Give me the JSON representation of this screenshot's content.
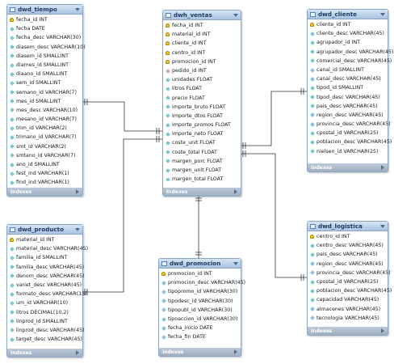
{
  "tables": [
    {
      "id": "dwd_tiempo",
      "name": "dwd_tiempo",
      "footer": "Indexes",
      "columns": [
        {
          "text": "fecha_id INT",
          "key": "pk"
        },
        {
          "text": "fecha DATE",
          "key": "col"
        },
        {
          "text": "fecha_desc VARCHAR(30)",
          "key": "col"
        },
        {
          "text": "diasem_desc VARCHAR(10)",
          "key": "col"
        },
        {
          "text": "diasem_id SMALLINT",
          "key": "col"
        },
        {
          "text": "diames_id SMALLINT",
          "key": "col"
        },
        {
          "text": "diaano_id SMALLINT",
          "key": "col"
        },
        {
          "text": "sem_id SMALLINT",
          "key": "col"
        },
        {
          "text": "semano_id VARCHAR(7)",
          "key": "col"
        },
        {
          "text": "mes_id SMALLINT",
          "key": "col"
        },
        {
          "text": "mes_desc VARCHAR(10)",
          "key": "col"
        },
        {
          "text": "mesano_id VARCHAR(7)",
          "key": "col"
        },
        {
          "text": "trim_id VARCHAR(2)",
          "key": "col"
        },
        {
          "text": "trimano_id VARCHAR(7)",
          "key": "col"
        },
        {
          "text": "smt_id VARCHAR(2)",
          "key": "col"
        },
        {
          "text": "smtano_id VARCHAR(7)",
          "key": "col"
        },
        {
          "text": "ano_id SMALLINT",
          "key": "col"
        },
        {
          "text": "fest_ind VARCHAR(1)",
          "key": "col"
        },
        {
          "text": "find_ind VARCHAR(1)",
          "key": "col"
        }
      ]
    },
    {
      "id": "dwh_ventas",
      "name": "dwh_ventas",
      "footer": "Indexes",
      "columns": [
        {
          "text": "fecha_id INT",
          "key": "pk"
        },
        {
          "text": "material_id INT",
          "key": "pk"
        },
        {
          "text": "cliente_id INT",
          "key": "pk"
        },
        {
          "text": "centro_id INT",
          "key": "pk"
        },
        {
          "text": "promocion_id INT",
          "key": "pk"
        },
        {
          "text": "pedido_id INT",
          "key": "fk"
        },
        {
          "text": "unidades FLOAT",
          "key": "col"
        },
        {
          "text": "litros FLOAT",
          "key": "col"
        },
        {
          "text": "precio FLOAT",
          "key": "col"
        },
        {
          "text": "importe_bruto FLOAT",
          "key": "col"
        },
        {
          "text": "Importe_dtos FLOAT",
          "key": "col"
        },
        {
          "text": "importe_promos FLOAT",
          "key": "col"
        },
        {
          "text": "importe_neto FLOAT",
          "key": "col"
        },
        {
          "text": "coste_unit FLOAT",
          "key": "col"
        },
        {
          "text": "coste_total FLOAT",
          "key": "col"
        },
        {
          "text": "margen_porc FLOAT",
          "key": "col"
        },
        {
          "text": "margen_unit FLOAT",
          "key": "col"
        },
        {
          "text": "margen_total FLOAT",
          "key": "col"
        }
      ]
    },
    {
      "id": "dwd_cliente",
      "name": "dwd_cliente",
      "footer": "Indexes",
      "columns": [
        {
          "text": "cliente_id INT",
          "key": "pk"
        },
        {
          "text": "cliente_desc VARCHAR(45)",
          "key": "col"
        },
        {
          "text": "agrupador_id INT",
          "key": "col"
        },
        {
          "text": "agrupador_desc VARCHAR(45)",
          "key": "col"
        },
        {
          "text": "comercial_desc VARCHAR(45)",
          "key": "col"
        },
        {
          "text": "canal_id SMALLINT",
          "key": "col"
        },
        {
          "text": "canal_desc VARCHAR(45)",
          "key": "col"
        },
        {
          "text": "tipod_id SMALLINT",
          "key": "col"
        },
        {
          "text": "tipod_desc VARCHAR(45)",
          "key": "col"
        },
        {
          "text": "pais_desc VARCHAR(45)",
          "key": "col"
        },
        {
          "text": "region_desc VARCHAR(45)",
          "key": "col"
        },
        {
          "text": "provincia_desc VARCHAR(45)",
          "key": "col"
        },
        {
          "text": "cpostal_id VARCHAR(25)",
          "key": "col"
        },
        {
          "text": "poblacion_desc VARCHAR(45)",
          "key": "col"
        },
        {
          "text": "nielsen_id VARCHAR(25)",
          "key": "col"
        }
      ]
    },
    {
      "id": "dwd_producto",
      "name": "dwd_producto",
      "footer": "Indexes",
      "columns": [
        {
          "text": "material_id INT",
          "key": "pk"
        },
        {
          "text": "material_desc VARCHAR(45)",
          "key": "col"
        },
        {
          "text": "familia_id SMALLINT",
          "key": "col"
        },
        {
          "text": "familia_desc VARCHAR(45)",
          "key": "col"
        },
        {
          "text": "denom_desc VARCHAR(45)",
          "key": "col"
        },
        {
          "text": "variet_desc VARCHAR(45)",
          "key": "col"
        },
        {
          "text": "formato_desc VARCHAR(15)",
          "key": "col"
        },
        {
          "text": "um_id VARCHAR(10)",
          "key": "col"
        },
        {
          "text": "litros DECIMAL(10,2)",
          "key": "col"
        },
        {
          "text": "linprod_id SMALLINT",
          "key": "col"
        },
        {
          "text": "linprod_desc VARCHAR(45)",
          "key": "col"
        },
        {
          "text": "target_desc VARCHAR(45)",
          "key": "col"
        }
      ]
    },
    {
      "id": "dwd_promocion",
      "name": "dwd_promocion",
      "footer": "Indexes",
      "columns": [
        {
          "text": "promocion_id INT",
          "key": "pk"
        },
        {
          "text": "promocion_desc VARCHAR(45)",
          "key": "col"
        },
        {
          "text": "tipopromo_id VARCHAR(30)",
          "key": "col"
        },
        {
          "text": "tipodesc_id VARCHAR(30)",
          "key": "col"
        },
        {
          "text": "tipopubl_id VARCHAR(30)",
          "key": "col"
        },
        {
          "text": "tipoaccion_id VARCHAR(30)",
          "key": "col"
        },
        {
          "text": "fecha_inicio DATE",
          "key": "col"
        },
        {
          "text": "fecha_fin DATE",
          "key": "col"
        }
      ]
    },
    {
      "id": "dwd_logistica",
      "name": "dwd_logistica",
      "footer": "Indexes",
      "columns": [
        {
          "text": "centro_id INT",
          "key": "pk"
        },
        {
          "text": "centro_desc VARCHAR(45)",
          "key": "col"
        },
        {
          "text": "pais_desc VARCHAR(45)",
          "key": "col"
        },
        {
          "text": "region_desc VARCHAR(45)",
          "key": "col"
        },
        {
          "text": "provincia_desc VARCHAR(45)",
          "key": "col"
        },
        {
          "text": "cpostal_id VARCHAR(25)",
          "key": "col"
        },
        {
          "text": "poblacion_desc VARCHAR(45)",
          "key": "col"
        },
        {
          "text": "capacidad VARCHAR(45)",
          "key": "col"
        },
        {
          "text": "almacenes VARCHAR(45)",
          "key": "col"
        },
        {
          "text": "tecnologia VARCHAR(45)",
          "key": "col"
        }
      ]
    }
  ],
  "relationships": [
    {
      "from": "dwd_tiempo",
      "to": "dwh_ventas"
    },
    {
      "from": "dwd_cliente",
      "to": "dwh_ventas"
    },
    {
      "from": "dwd_producto",
      "to": "dwh_ventas"
    },
    {
      "from": "dwd_promocion",
      "to": "dwh_ventas"
    },
    {
      "from": "dwd_logistica",
      "to": "dwh_ventas"
    }
  ],
  "colors": {
    "header_text": "#1d3a63",
    "line": "#333333",
    "border": "#8ea6c4"
  }
}
